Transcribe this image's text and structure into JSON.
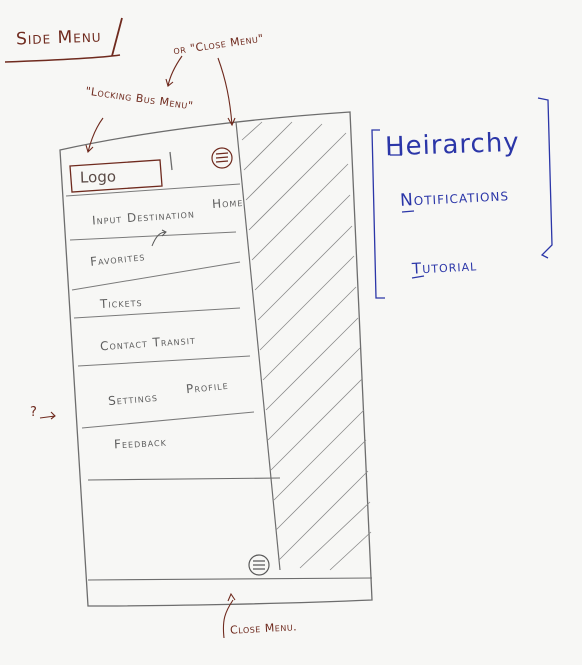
{
  "title": "Side Menu",
  "annotations": {
    "or_close_menu": "or \"Close Menu\"",
    "locking_bus_menu": "\"Locking Bus Menu\"",
    "close_menu_bottom": "Close Menu.",
    "question_arrow": "?"
  },
  "logo": "Logo",
  "menu": {
    "items": [
      "Input Destination",
      "Home",
      "Favorites",
      "Tickets",
      "Contact Transit",
      "Settings",
      "Profile",
      "Feedback"
    ]
  },
  "features": {
    "heirarchy": "Heirarchy",
    "notifications": "Notifications",
    "tutorial": "Tutorial"
  },
  "colors": {
    "brown_ink": "#6f2a1e",
    "blue_ink": "#2b36a8",
    "pencil": "#6d6d6d"
  },
  "icons": {
    "menu": "hamburger-circle-icon",
    "arrow": "arrow-icon"
  }
}
